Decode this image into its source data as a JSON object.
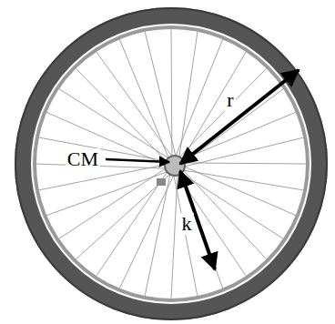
{
  "diagram": {
    "labels": [
      "CM",
      "r",
      "k"
    ]
  }
}
